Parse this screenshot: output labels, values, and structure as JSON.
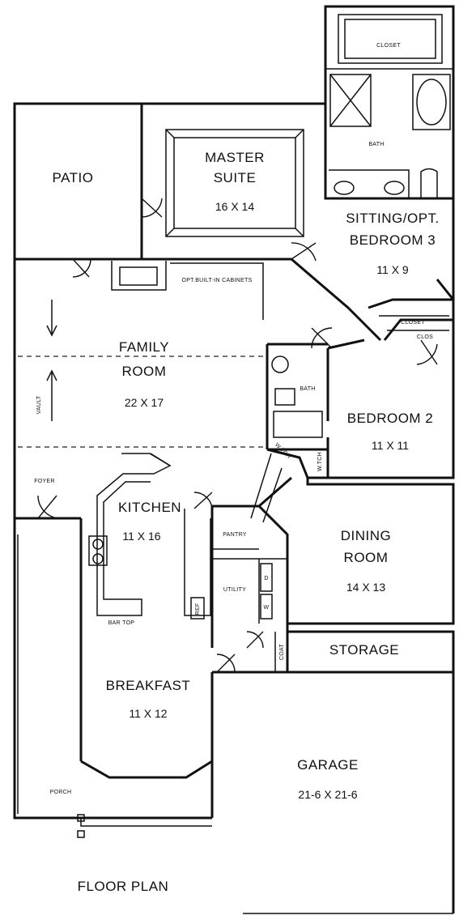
{
  "rooms": {
    "closet_master": "CLOSET",
    "bath_master": "BATH",
    "master_suite_line1": "MASTER",
    "master_suite_line2": "SUITE",
    "master_suite_dim": "16 X 14",
    "patio": "PATIO",
    "sitting_line1": "SITTING/OPT.",
    "sitting_line2": "BEDROOM 3",
    "sitting_dim": "11 X 9",
    "closet_bed3": "CLOSET",
    "clos_bed2": "CLOS",
    "opt_cabinets": "OPT.BUILT-IN CABINETS",
    "family_line1": "FAMILY",
    "family_line2": "ROOM",
    "family_dim": "22 X 17",
    "vault": "VAULT",
    "bath_hall": "BATH",
    "bedroom2": "BEDROOM 2",
    "bedroom2_dim": "11 X 11",
    "linen": "W.TCH",
    "linen2": "W.TCH",
    "foyer": "FOYER",
    "kitchen": "KITCHEN",
    "kitchen_dim": "11 X 16",
    "pantry": "PANTRY",
    "utility": "UTILITY",
    "dw": "D",
    "wash": "W",
    "ref": "REF",
    "bar_top": "BAR TOP",
    "dining_line1": "DINING",
    "dining_line2": "ROOM",
    "dining_dim": "14 X 13",
    "coat": "COAT",
    "storage": "STORAGE",
    "breakfast": "BREAKFAST",
    "breakfast_dim": "11 X 12",
    "garage": "GARAGE",
    "garage_dim": "21-6 X 21-6",
    "porch": "PORCH"
  },
  "caption": "FLOOR PLAN"
}
